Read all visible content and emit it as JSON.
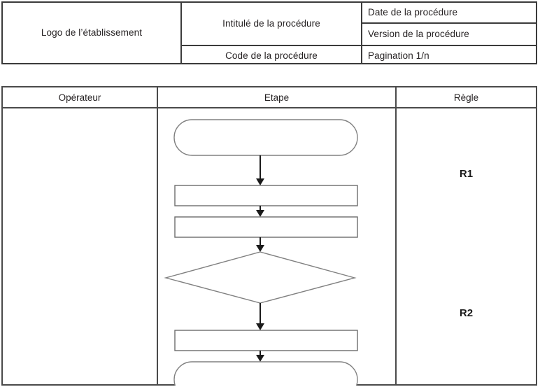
{
  "document": {
    "language": "fr",
    "kind": "procedure-template"
  },
  "header_table": {
    "logo_cell": "Logo de l’établissement",
    "title_cell": "Intitulé de la procédure",
    "code_cell": "Code de la procédure",
    "date_cell": "Date de la procédure",
    "version_cell": "Version de la procédure",
    "pagination_cell": "Pagination 1/n"
  },
  "main_table": {
    "columns": [
      {
        "key": "operateur",
        "label": "Opérateur"
      },
      {
        "key": "etape",
        "label": "Etape"
      },
      {
        "key": "regle",
        "label": "Règle"
      }
    ],
    "operateur_cell": "",
    "regle_labels": [
      {
        "id": "r1",
        "text": "R1"
      },
      {
        "id": "r2",
        "text": "R2"
      }
    ]
  },
  "flowchart": {
    "type": "flowchart",
    "orientation": "top-to-bottom",
    "nodes": [
      {
        "id": "start",
        "shape": "terminator",
        "label": ""
      },
      {
        "id": "step1",
        "shape": "process",
        "label": ""
      },
      {
        "id": "step2",
        "shape": "process",
        "label": ""
      },
      {
        "id": "decision",
        "shape": "decision",
        "label": ""
      },
      {
        "id": "step3",
        "shape": "process",
        "label": ""
      },
      {
        "id": "end",
        "shape": "terminator",
        "label": ""
      }
    ],
    "edges": [
      {
        "from": "start",
        "to": "step1",
        "label": "",
        "arrow": "down"
      },
      {
        "from": "step1",
        "to": "step2",
        "label": "",
        "arrow": "down"
      },
      {
        "from": "step2",
        "to": "decision",
        "label": "",
        "arrow": "down"
      },
      {
        "from": "decision",
        "to": "step3",
        "label": "",
        "arrow": "down"
      },
      {
        "from": "step3",
        "to": "end",
        "label": "",
        "arrow": "down"
      }
    ]
  },
  "colors": {
    "border_dark": "#3b3b3b",
    "border_table": "#4a4a4a",
    "shape_stroke": "#808080",
    "connector": "#1a1a1a",
    "text": "#231f20",
    "background": "#ffffff"
  }
}
